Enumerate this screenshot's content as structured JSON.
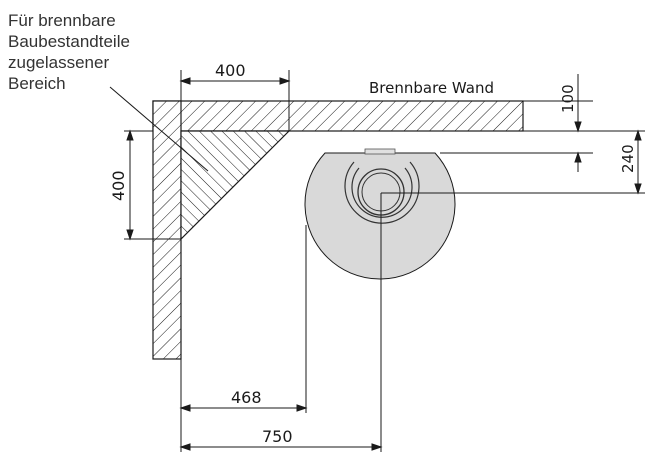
{
  "note_lines": [
    "Für brennbare",
    "Baubestandteile",
    "zugelassener",
    "Bereich"
  ],
  "wall_label": "Brennbare Wand",
  "dimensions": {
    "top_width": "400",
    "left_height": "400",
    "wall_gap": "100",
    "center_offset": "240",
    "horizontal_468": "468",
    "horizontal_750": "750"
  },
  "colors": {
    "line": "#1a1a1a",
    "stove_fill": "#d9d9d9",
    "hatch": "#1a1a1a"
  }
}
